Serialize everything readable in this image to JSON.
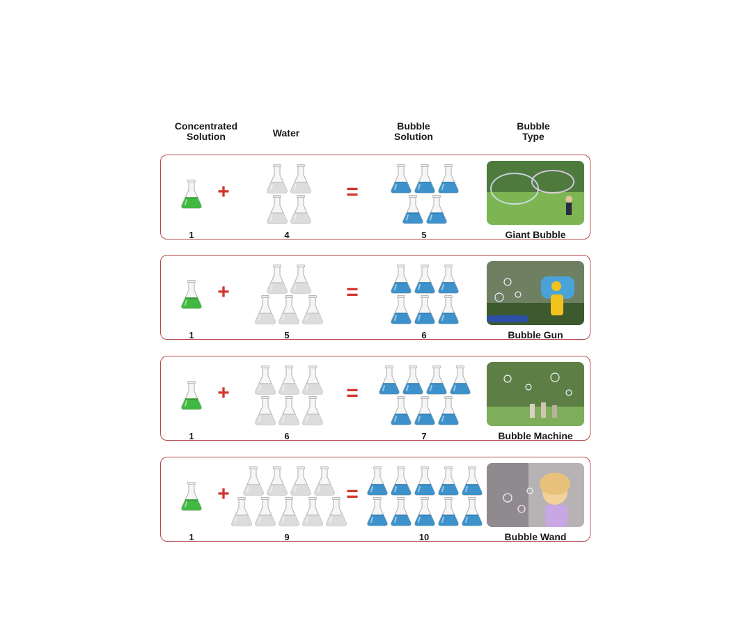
{
  "headers": {
    "concentrated": "Concentrated\nSolution",
    "water": "Water",
    "bubble_solution": "Bubble\nSolution",
    "bubble_type": "Bubble\nType"
  },
  "colors": {
    "border": "#b8474b",
    "operator": "#d2362f",
    "concentrate_liquid": "#3fb93f",
    "water_liquid": "#dcdcdc",
    "solution_liquid": "#3d92cc"
  },
  "rows": [
    {
      "concentrate": "1",
      "water": "4",
      "solution": "5",
      "type": "Giant Bubble",
      "photo_icon": "giant-bubble-photo"
    },
    {
      "concentrate": "1",
      "water": "5",
      "solution": "6",
      "type": "Bubble Gun",
      "photo_icon": "bubble-gun-photo"
    },
    {
      "concentrate": "1",
      "water": "6",
      "solution": "7",
      "type": "Bubble Machine",
      "photo_icon": "bubble-machine-photo"
    },
    {
      "concentrate": "1",
      "water": "9",
      "solution": "10",
      "type": "Bubble Wand",
      "photo_icon": "bubble-wand-photo"
    }
  ],
  "operators": {
    "plus": "+",
    "equals": "="
  }
}
